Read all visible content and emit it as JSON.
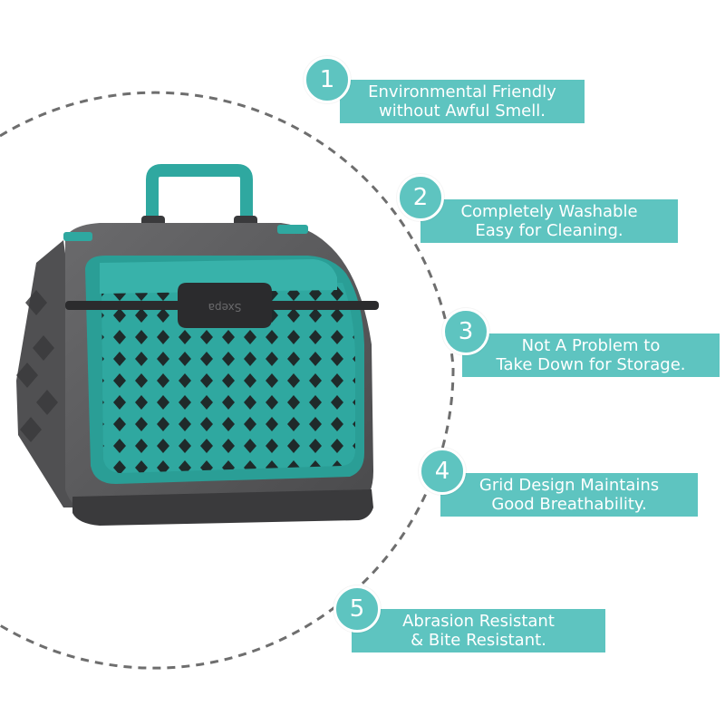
{
  "features": [
    {
      "number": "1",
      "line1": "Environmental Friendly",
      "line2": "without Awful Smell."
    },
    {
      "number": "2",
      "line1": "Completely Washable",
      "line2": "Easy for Cleaning."
    },
    {
      "number": "3",
      "line1": "Not A Problem to",
      "line2": "Take Down for Storage."
    },
    {
      "number": "4",
      "line1": "Grid Design Maintains",
      "line2": "Good Breathability."
    },
    {
      "number": "5",
      "line1": "Abrasion Resistant",
      "line2": "& Bite Resistant."
    }
  ],
  "product": {
    "brand_mark": "Sxepa"
  },
  "colors": {
    "accent": "#5ec4c0",
    "carrier_teal": "#2fa8a0",
    "carrier_gray": "#5a5a5c",
    "text_on_accent": "#ffffff"
  }
}
